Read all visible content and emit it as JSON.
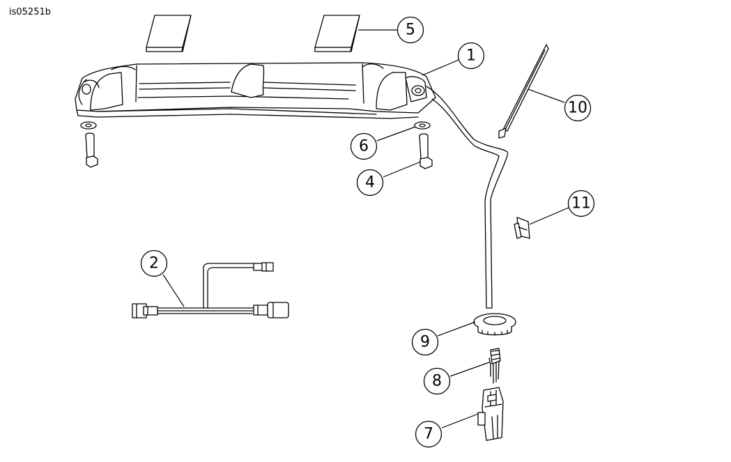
{
  "figure_id": "is05251b",
  "callouts": {
    "c1": "1",
    "c2": "2",
    "c4": "4",
    "c5": "5",
    "c6": "6",
    "c7": "7",
    "c8": "8",
    "c9": "9",
    "c10": "10",
    "c11": "11"
  }
}
